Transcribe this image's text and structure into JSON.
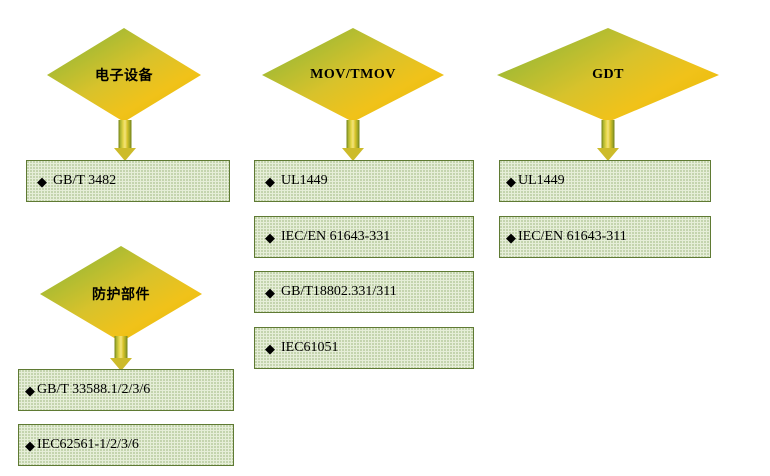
{
  "diagram": {
    "title": "Standards mapping diagram",
    "bullet": "◆",
    "colors": {
      "diamond_gradient_start": "#6ea43a",
      "diamond_gradient_end": "#e8b800",
      "box_fill": "#e6eed8",
      "box_border": "#5f7a33",
      "arrow_fill": "#d9c52b",
      "text": "#000000"
    },
    "nodes": [
      {
        "id": "electronic-equipment",
        "label": "电子设备"
      },
      {
        "id": "mov-tmov",
        "label": "MOV/TMOV"
      },
      {
        "id": "gdt",
        "label": "GDT"
      },
      {
        "id": "protection-component",
        "label": "防护部件"
      }
    ],
    "groups": [
      {
        "id": "electronic-equipment-standards",
        "source": "electronic-equipment",
        "items": [
          "GB/T 3482"
        ]
      },
      {
        "id": "mov-tmov-standards",
        "source": "mov-tmov",
        "items": [
          "UL1449",
          "IEC/EN 61643-331",
          "GB/T18802.331/311",
          "IEC61051"
        ]
      },
      {
        "id": "gdt-standards",
        "source": "gdt",
        "items": [
          "UL1449",
          "IEC/EN 61643-311"
        ]
      },
      {
        "id": "protection-component-standards",
        "source": "protection-component",
        "items": [
          "GB/T 33588.1/2/3/6",
          "IEC62561-1/2/3/6"
        ]
      }
    ]
  }
}
